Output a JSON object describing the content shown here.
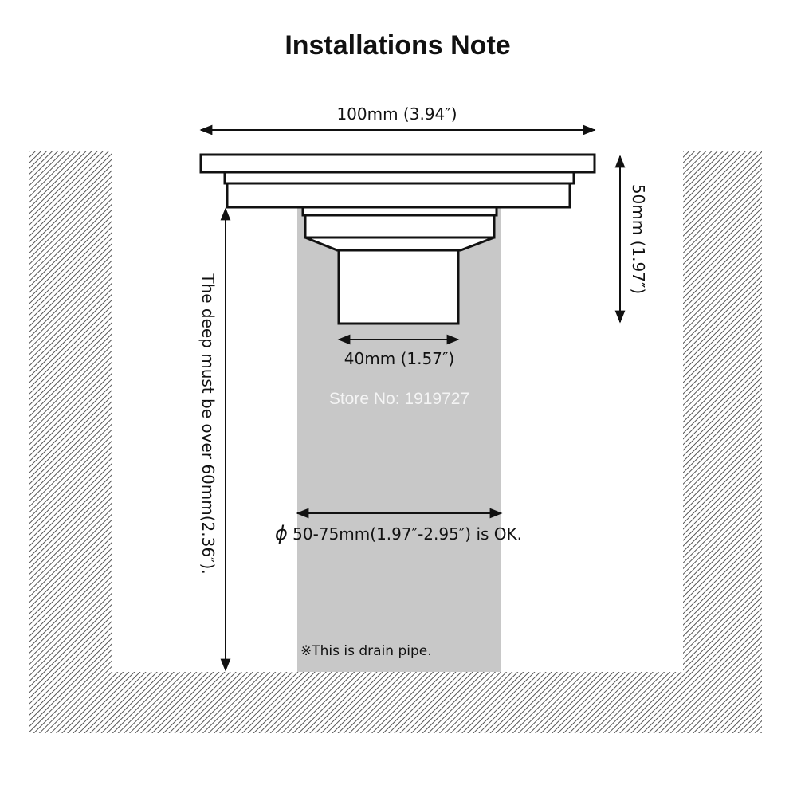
{
  "title": "Installations Note",
  "dimensions": {
    "top_width": "100mm (3.94″)",
    "height": "50mm (1.97″)",
    "outlet_width": "40mm (1.57″)",
    "depth_note": "The deep must be over 60mm(2.36″).",
    "pipe_diameter_symbol": "ϕ",
    "pipe_diameter": " 50-75mm(1.97″-2.95″) is OK."
  },
  "watermark": "Store No: 1919727",
  "pipe_note": "※This is drain pipe.",
  "colors": {
    "hatch": "#555555",
    "pipe": "#c8c8c8",
    "outline": "#111111"
  }
}
